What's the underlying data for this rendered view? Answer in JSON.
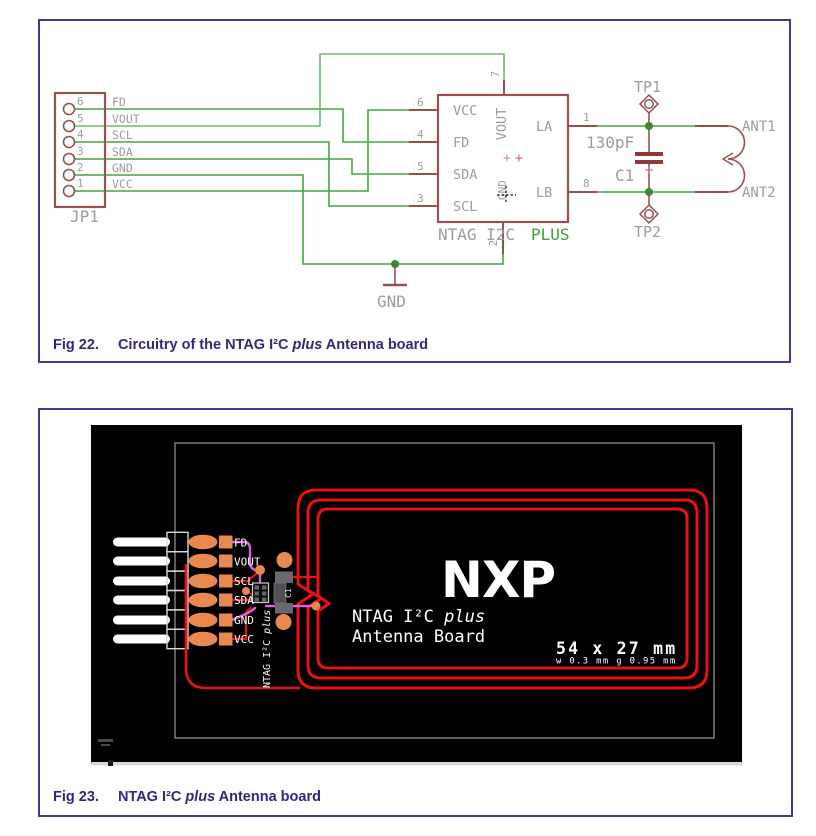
{
  "fig22": {
    "caption": {
      "fig_label": "Fig 22.",
      "title_pre": "Circuitry of the NTAG I²C ",
      "title_italic": "plus",
      "title_post": " Antenna board"
    },
    "jp1": {
      "ref": "JP1",
      "pins": [
        {
          "num": "6",
          "net": "FD"
        },
        {
          "num": "5",
          "net": "VOUT"
        },
        {
          "num": "4",
          "net": "SCL"
        },
        {
          "num": "3",
          "net": "SDA"
        },
        {
          "num": "2",
          "net": "GND"
        },
        {
          "num": "1",
          "net": "VCC"
        }
      ]
    },
    "ic": {
      "left_pins": [
        {
          "num": "6",
          "label": "VCC"
        },
        {
          "num": "4",
          "label": "FD"
        },
        {
          "num": "5",
          "label": "SDA"
        },
        {
          "num": "3",
          "label": "SCL"
        }
      ],
      "right_pins": [
        {
          "num": "1",
          "label": "LA"
        },
        {
          "num": "8",
          "label": "LB"
        }
      ],
      "top_pin": {
        "num": "7",
        "label": "VOUT"
      },
      "bottom_pin": {
        "num": "2",
        "label": "GND"
      },
      "plus_left": "+",
      "plus_right": "+",
      "part_name": "NTAG I2C",
      "part_suffix": "PLUS"
    },
    "c1": {
      "value": "130pF",
      "ref": "C1"
    },
    "tp1": "TP1",
    "tp2": "TP2",
    "ant1": "ANT1",
    "ant2": "ANT2",
    "gnd": "GND"
  },
  "fig23": {
    "caption": {
      "fig_label": "Fig 23.",
      "title_pre": "NTAG I²C ",
      "title_italic": "plus",
      "title_post": " Antenna board"
    },
    "pcb": {
      "pads": [
        "FD",
        "VOUT",
        "SCL",
        "SDA",
        "GND",
        "VCC"
      ],
      "logo": "NXP",
      "silk_title_pre": "NTAG I²C ",
      "silk_title_italic": "plus",
      "silk_line2": "Antenna Board",
      "silk_vert_pre": "NTAG I²C ",
      "silk_vert_italic": "plus",
      "dims": "54 x 27 mm",
      "dims_sub": "w 0.3 mm g 0.95 mm",
      "c1": "C1"
    }
  }
}
